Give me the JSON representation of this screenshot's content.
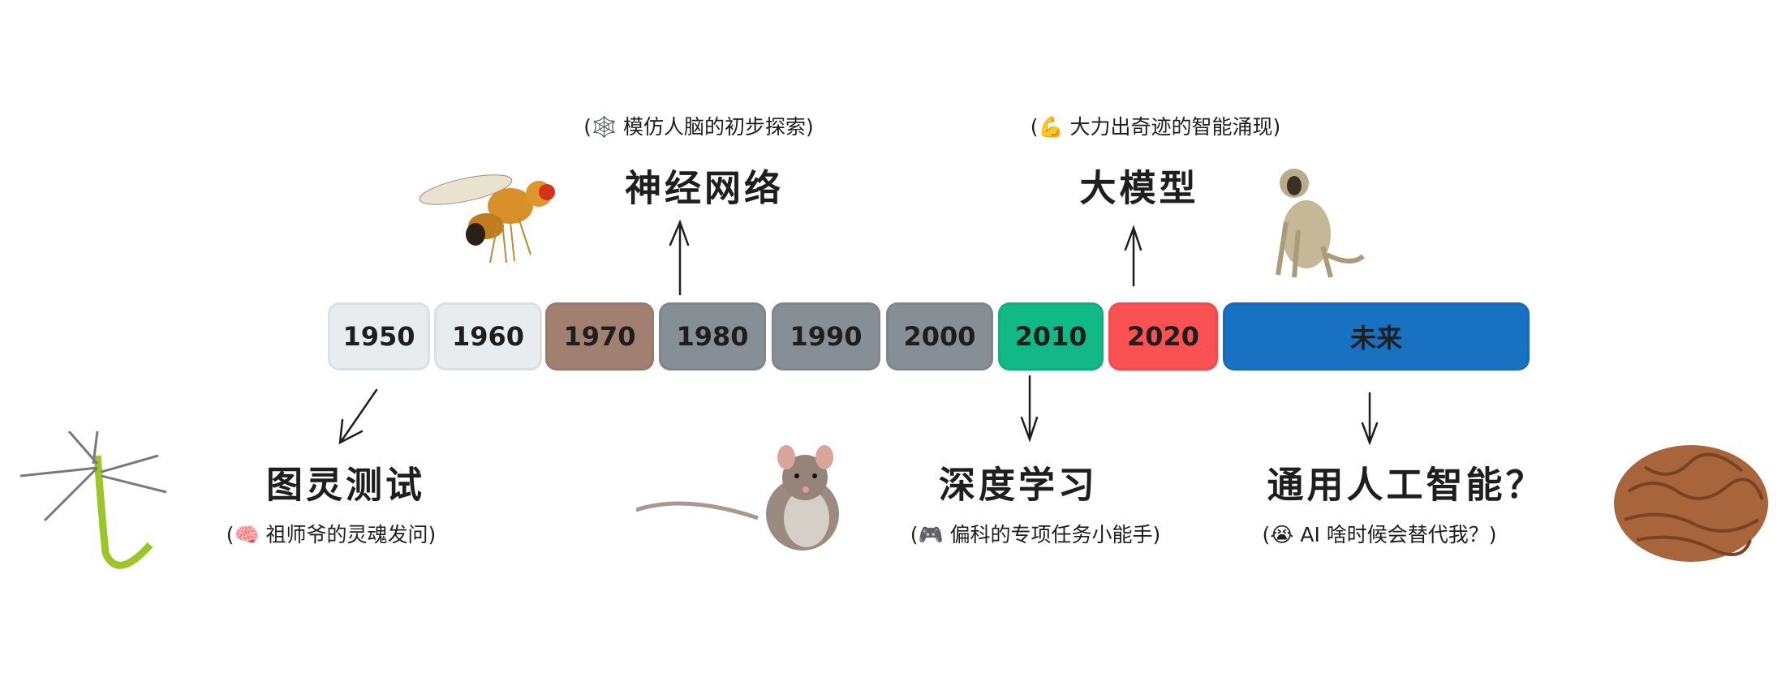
{
  "timeline": [
    {
      "label": "1950",
      "color": "#e9ecef"
    },
    {
      "label": "1960",
      "color": "#e9ecef"
    },
    {
      "label": "1970",
      "color": "#a18072"
    },
    {
      "label": "1980",
      "color": "#868e96"
    },
    {
      "label": "1990",
      "color": "#868e96"
    },
    {
      "label": "2000",
      "color": "#868e96"
    },
    {
      "label": "2010",
      "color": "#12b886"
    },
    {
      "label": "2020",
      "color": "#fa5252"
    },
    {
      "label": "未来",
      "color": "#1971c2"
    }
  ],
  "milestones": {
    "neural_network": {
      "title": "神经网络",
      "caption": "(🕸️ 模仿人脑的初步探索)",
      "image": "fruit-fly"
    },
    "large_model": {
      "title": "大模型",
      "caption": "(💪 大力出奇迹的智能涌现)",
      "image": "monkey"
    },
    "turing_test": {
      "title": "图灵测试",
      "caption": "(🧠 祖师爷的灵魂发问)",
      "image": "neuron"
    },
    "deep_learning": {
      "title": "深度学习",
      "caption": "(🎮 偏科的专项任务小能手)",
      "image": "mouse"
    },
    "agi": {
      "title": "通用人工智能？",
      "caption": "(😭 AI 啥时候会替代我？)",
      "image": "human-brain"
    }
  }
}
